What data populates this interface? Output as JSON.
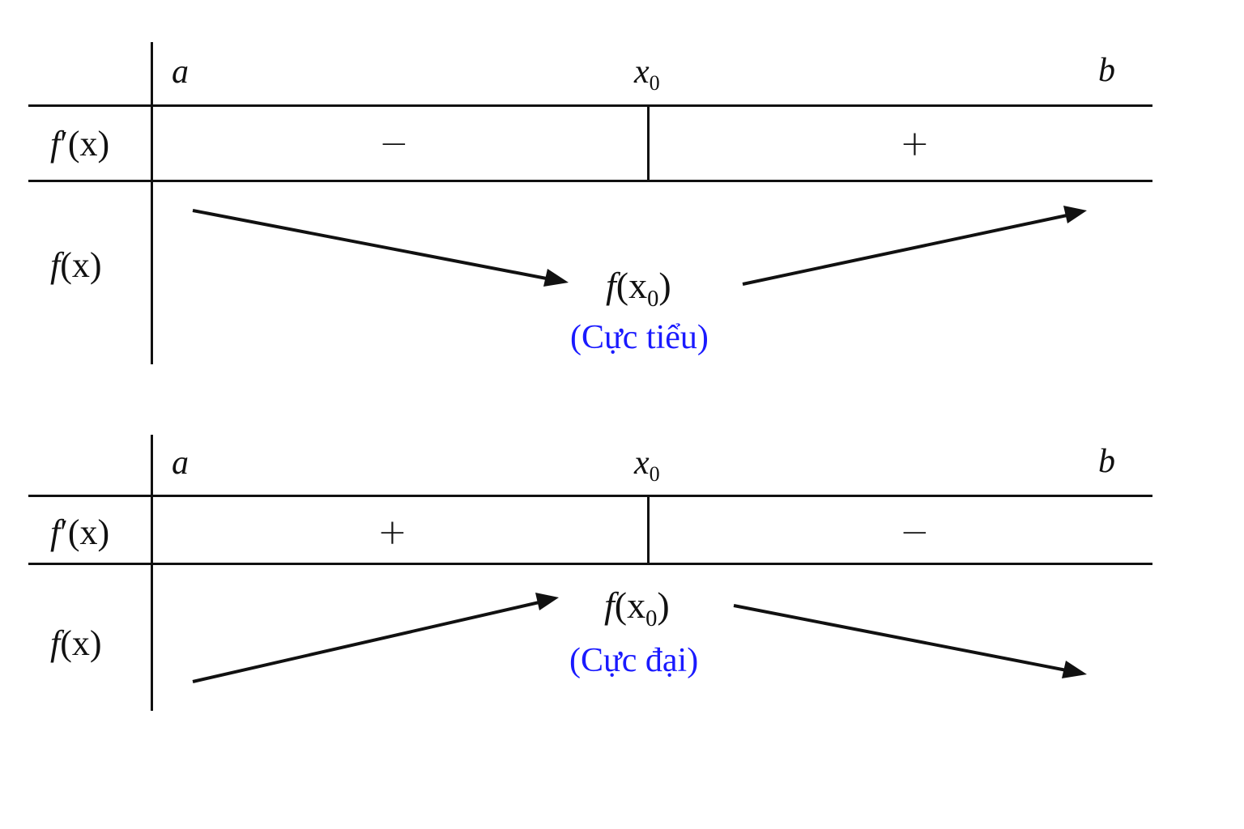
{
  "colors": {
    "ink": "#111111",
    "note": "#1a1aff"
  },
  "tables": [
    {
      "header": {
        "start": "a",
        "critical": "x",
        "critical_sub": "0",
        "end": "b"
      },
      "row_derivative": {
        "label_f": "f",
        "label_rest": "′(x)",
        "left_sign": "−",
        "right_sign": "+"
      },
      "row_function": {
        "label_f": "f",
        "label_rest": "(x)",
        "value_f": "f",
        "value_x": "(x",
        "value_sub": "0",
        "value_close": ")",
        "note": "(Cực tiểu)",
        "left_trend": "decreasing",
        "right_trend": "increasing"
      }
    },
    {
      "header": {
        "start": "a",
        "critical": "x",
        "critical_sub": "0",
        "end": "b"
      },
      "row_derivative": {
        "label_f": "f",
        "label_rest": "′(x)",
        "left_sign": "+",
        "right_sign": "−"
      },
      "row_function": {
        "label_f": "f",
        "label_rest": "(x)",
        "value_f": "f",
        "value_x": "(x",
        "value_sub": "0",
        "value_close": ")",
        "note": "(Cực đại)",
        "left_trend": "increasing",
        "right_trend": "decreasing"
      }
    }
  ]
}
